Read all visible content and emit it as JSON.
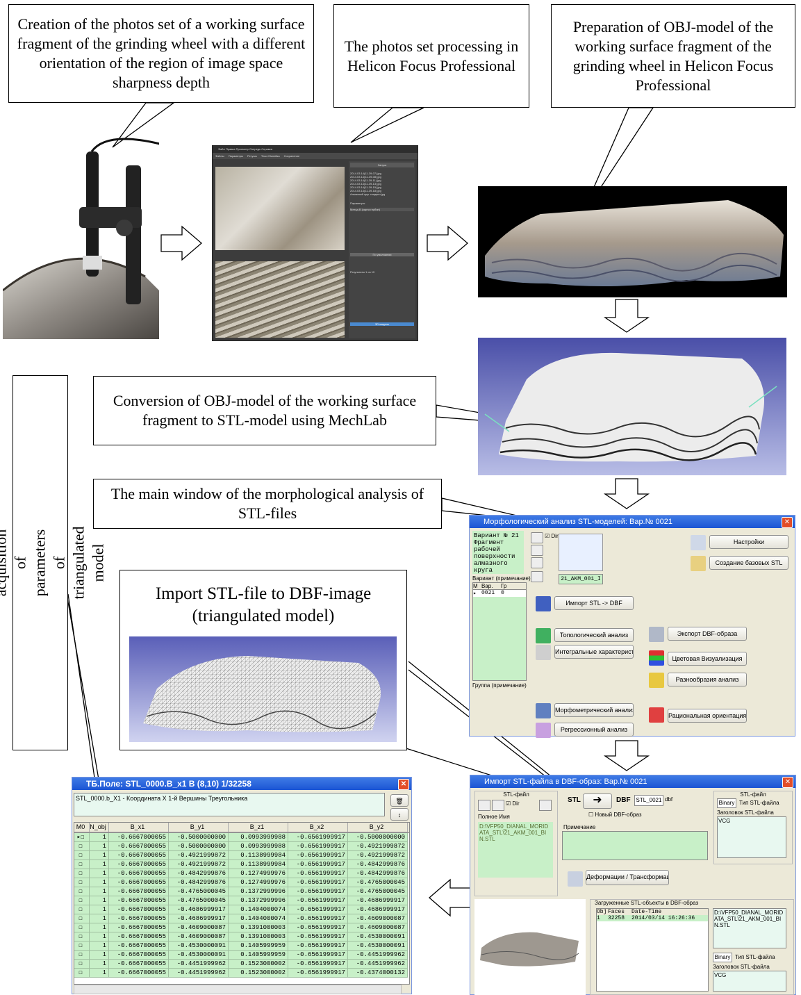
{
  "callouts": {
    "photos_set": "Creation of the photos set of a working surface fragment of the grinding wheel with a different orientation of the region of image space sharpness depth",
    "helicon_processing": "The photos set processing in Helicon Focus Professional",
    "obj_prep": "Preparation of OBJ-model of the working surface fragment of the grinding wheel in Helicon Focus Professional",
    "conversion": "Conversion of OBJ-model of the working surface fragment to STL-model using MechLab",
    "main_window": "The main window of the morphological analysis of STL-files",
    "import_title": "Import STL-file to DBF-image (triangulated model)",
    "database": "Database acquisition of parameters of triangulated model"
  },
  "main_win": {
    "title": "Морфологический анализ STL-моделей: Вар.№ 0021",
    "variant_text": "Вариант № 21 Фрагмент рабочей поверхности алмазного круга",
    "dir_label": "Dir",
    "variant_note": "Вариант (примечание)",
    "grid_headers": [
      "М",
      "Вар.",
      "Гр"
    ],
    "grid_row": [
      "0021",
      "0"
    ],
    "group_note": "Группа (примечание)",
    "thumb_label": "21_AKM_001_I",
    "buttons": {
      "settings": "Настройки",
      "base_stl": "Создание базовых STL",
      "import": "Импорт STL -> DBF",
      "topo": "Топологический анализ",
      "integral": "Интегральные характеристики",
      "export": "Экспорт DBF-образа",
      "color": "Цветовая Визуализация",
      "diversity": "Разнообразия анализ",
      "morpho": "Морфометрический анализ",
      "regress": "Регрессионный анализ",
      "rational": "Рациональная ориентация"
    }
  },
  "import_win": {
    "title": "Импорт STL-файла в DBF-образ: Вар.№ 0021",
    "stl_file": "STL-файл",
    "dir_label": "Dir",
    "full_name": "Полное Имя",
    "path": "D:\\VFP50_DIANAL_MORIDATA_STL\\21_AKM_001_BIN.STL",
    "stl_label": "STL",
    "dbf_label": "DBF",
    "dbf_value": "STL_0021",
    "dbf_ext": "dbf",
    "new_dbf": "Новый DBF-образ",
    "note": "Примечание",
    "stl_file_right": "STL-файл",
    "binary": "Binary",
    "stl_type": "Тип STL-файла",
    "header": "Заголовок STL-файла",
    "vcg": "VCG",
    "deform": "Деформации / Трансформации",
    "loaded": "Загруженные STL-объекты в DBF-образ",
    "grid_headers": [
      "Obj",
      "Faces",
      "Date-Time"
    ],
    "grid_row": [
      "1",
      "32258",
      "2014/03/14 16:26:36"
    ],
    "path2": "D:\\VFP50_DIANAL_MORIDATA_STL\\21_AKM_001_BIN.STL"
  },
  "table_win": {
    "title": "ТБ.Поле: STL_0000.B_x1  B (8,10)  1/32258",
    "desc": "STL_0000.b_X1 - Координата X 1-й Вершины Треугольника",
    "headers": [
      "M0",
      "N_obj",
      "B_x1",
      "B_y1",
      "B_z1",
      "B_x2",
      "B_y2"
    ],
    "rows": [
      [
        "1",
        "-0.6667000055",
        "-0.5000000000",
        "0.0993999988",
        "-0.6561999917",
        "-0.5000000000"
      ],
      [
        "1",
        "-0.6667000055",
        "-0.5000000000",
        "0.0993999988",
        "-0.6561999917",
        "-0.4921999872"
      ],
      [
        "1",
        "-0.6667000055",
        "-0.4921999872",
        "0.1138999984",
        "-0.6561999917",
        "-0.4921999872"
      ],
      [
        "1",
        "-0.6667000055",
        "-0.4921999872",
        "0.1138999984",
        "-0.6561999917",
        "-0.4842999876"
      ],
      [
        "1",
        "-0.6667000055",
        "-0.4842999876",
        "0.1274999976",
        "-0.6561999917",
        "-0.4842999876"
      ],
      [
        "1",
        "-0.6667000055",
        "-0.4842999876",
        "0.1274999976",
        "-0.6561999917",
        "-0.4765000045"
      ],
      [
        "1",
        "-0.6667000055",
        "-0.4765000045",
        "0.1372999996",
        "-0.6561999917",
        "-0.4765000045"
      ],
      [
        "1",
        "-0.6667000055",
        "-0.4765000045",
        "0.1372999996",
        "-0.6561999917",
        "-0.4686999917"
      ],
      [
        "1",
        "-0.6667000055",
        "-0.4686999917",
        "0.1404000074",
        "-0.6561999917",
        "-0.4686999917"
      ],
      [
        "1",
        "-0.6667000055",
        "-0.4686999917",
        "0.1404000074",
        "-0.6561999917",
        "-0.4609000087"
      ],
      [
        "1",
        "-0.6667000055",
        "-0.4609000087",
        "0.1391000003",
        "-0.6561999917",
        "-0.4609000087"
      ],
      [
        "1",
        "-0.6667000055",
        "-0.4609000087",
        "0.1391000003",
        "-0.6561999917",
        "-0.4530000091"
      ],
      [
        "1",
        "-0.6667000055",
        "-0.4530000091",
        "0.1405999959",
        "-0.6561999917",
        "-0.4530000091"
      ],
      [
        "1",
        "-0.6667000055",
        "-0.4530000091",
        "0.1405999959",
        "-0.6561999917",
        "-0.4451999962"
      ],
      [
        "1",
        "-0.6667000055",
        "-0.4451999962",
        "0.1523000002",
        "-0.6561999917",
        "-0.4451999962"
      ],
      [
        "1",
        "-0.6667000055",
        "-0.4451999962",
        "0.1523000002",
        "-0.6561999917",
        "-0.4374000132"
      ]
    ]
  },
  "helicon": {
    "menu": "Файл  Правка  Просмотр  Очередь  Справка",
    "tabs": [
      "Файлы",
      "Параметры",
      "Ретушь",
      "Текст/Линейка",
      "Сохранение"
    ],
    "files": [
      "2014.03.14(11-39-07).jpg",
      "2014.03.14(11-39-08).jpg",
      "2014.03.14(11-39-11).jpg",
      "2014.03.14(11-39-13).jpg",
      "2014.03.14(11-39-15).jpg",
      "2014.03.14(11-39-18).jpg",
      "Алмазный круг сэндвич.jpg"
    ],
    "run": "Запуск",
    "params": "Параметры",
    "method": "Метод B (карта глубин)",
    "default": "По умолчанию",
    "results": "Результаты 1 из 19",
    "model3d": "3D модель"
  }
}
